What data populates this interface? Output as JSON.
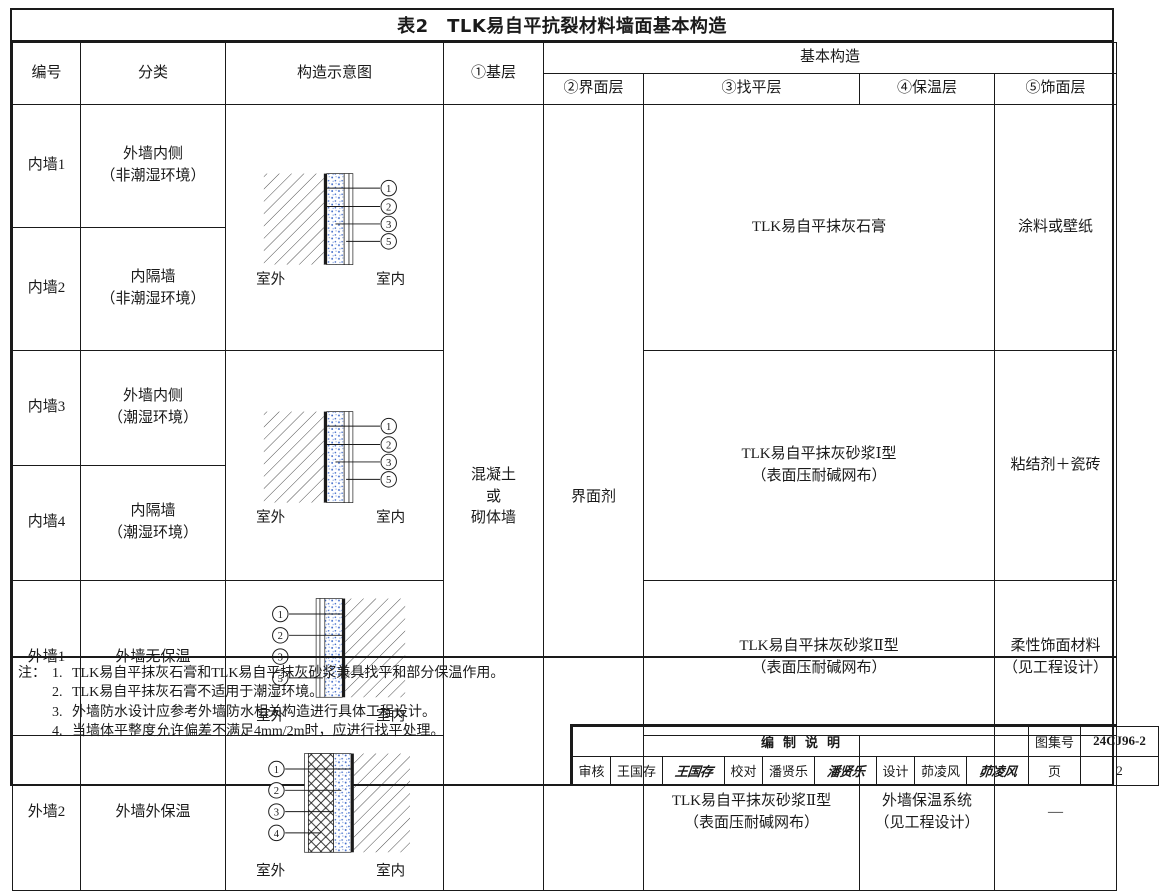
{
  "sheet": {
    "title": "表2　TLK易自平抗裂材料墙面基本构造"
  },
  "table": {
    "headers": {
      "code": "编号",
      "category": "分类",
      "diagram": "构造示意图",
      "substrate": "①基层",
      "group": "基本构造",
      "interface": "②界面层",
      "leveling": "③找平层",
      "insulation": "④保温层",
      "finish": "⑤饰面层"
    },
    "rows": [
      {
        "code": "内墙1",
        "category_line1": "外墙内侧",
        "category_line2": "（非潮湿环境）"
      },
      {
        "code": "内墙2",
        "category_line1": "内隔墙",
        "category_line2": "（非潮湿环境）"
      },
      {
        "code": "内墙3",
        "category_line1": "外墙内侧",
        "category_line2": "（潮湿环境）"
      },
      {
        "code": "内墙4",
        "category_line1": "内隔墙",
        "category_line2": "（潮湿环境）"
      },
      {
        "code": "外墙1",
        "category_line1": "外墙无保温",
        "category_line2": ""
      },
      {
        "code": "外墙2",
        "category_line1": "外墙外保温",
        "category_line2": ""
      }
    ],
    "substrate_value": "混凝土\n或\n砌体墙",
    "substrate_l1": "混凝土",
    "substrate_l2": "或",
    "substrate_l3": "砌体墙",
    "interface_value": "界面剂",
    "leveling": {
      "group1": "TLK易自平抹灰石膏",
      "group2_l1": "TLK易自平抹灰砂浆Ⅰ型",
      "group2_l2": "（表面压耐碱网布）",
      "group3_l1": "TLK易自平抹灰砂浆Ⅱ型",
      "group3_l2": "（表面压耐碱网布）",
      "group4_l1": "TLK易自平抹灰砂浆Ⅱ型",
      "group4_l2": "（表面压耐碱网布）"
    },
    "insulation": {
      "group4_l1": "外墙保温系统",
      "group4_l2": "（见工程设计）"
    },
    "finish": {
      "group1": "涂料或壁纸",
      "group2": "粘结剂＋瓷砖",
      "group3_l1": "柔性饰面材料",
      "group3_l2": "（见工程设计）",
      "group4": "—"
    },
    "diagram_labels": {
      "outdoor": "室外",
      "indoor": "室内",
      "marks": [
        "①",
        "②",
        "③",
        "④",
        "⑤"
      ]
    }
  },
  "notes": {
    "lead": "注：",
    "items": [
      {
        "num": "1.",
        "text": "TLK易自平抹灰石膏和TLK易自平抹灰砂浆兼具找平和部分保温作用。"
      },
      {
        "num": "2.",
        "text": "TLK易自平抹灰石膏不适用于潮湿环境。"
      },
      {
        "num": "3.",
        "text": "外墙防水设计应参考外墙防水相关构造进行具体工程设计。"
      },
      {
        "num": "4.",
        "text": "当墙体平整度允许偏差不满足4mm/2m时，应进行找平处理。"
      }
    ]
  },
  "title_block": {
    "doc_title": "编制说明",
    "atlas_label": "图集号",
    "atlas_number": "24CJ96-2",
    "page_label": "页",
    "page_number": "2",
    "roles": [
      {
        "label": "审核",
        "name": "王国存",
        "signature": "王国存"
      },
      {
        "label": "校对",
        "name": "潘贤乐",
        "signature": "潘贤乐"
      },
      {
        "label": "设计",
        "name": "茆凌风",
        "signature": "茆凌风"
      }
    ]
  },
  "colors": {
    "ink": "#1a1a1a",
    "plaster_blue": "#3a66c8",
    "paper": "#ffffff"
  }
}
